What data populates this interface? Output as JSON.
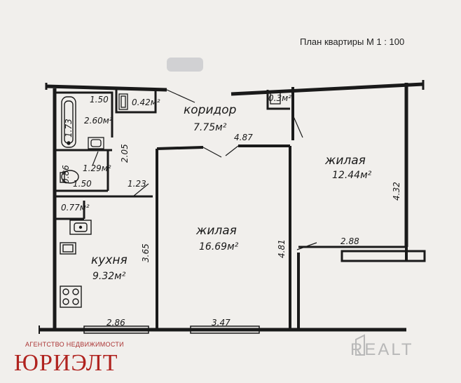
{
  "plan": {
    "title": "План квартиры М 1 : 100"
  },
  "rooms": {
    "corridor": {
      "name": "коридор",
      "area": "7.75м²"
    },
    "bedroom_right": {
      "name": "жилая",
      "area": "12.44м²"
    },
    "living_center": {
      "name": "жилая",
      "area": "16.69м²"
    },
    "kitchen": {
      "name": "кухня",
      "area": "9.32м²"
    },
    "bathroom": {
      "area": "2.60м²"
    },
    "toilet": {
      "area": "1.29м²"
    },
    "storage_a": {
      "area": "0.42м²"
    },
    "storage_b": {
      "area": "0.3м²"
    },
    "pantry": {
      "area": "0.77м²"
    }
  },
  "dimensions": {
    "bath_width": "1.50",
    "bath_length": "1.73",
    "toilet_height": "2.05",
    "toilet_width": "1.50",
    "toilet_side": "0.86",
    "kitchen_door": "1.23",
    "corridor_length": "4.87",
    "living_height": "4.81",
    "living_width": "3.47",
    "kitchen_height": "3.65",
    "kitchen_width": "2.86",
    "bedroom_height": "4.32",
    "bedroom_width": "2.88"
  },
  "watermarks": {
    "agency_tagline": "АГЕНТСТВО НЕДВИЖИМОСТИ",
    "agency_logo": "ЮРИЭЛТ",
    "realt": "REALT"
  }
}
